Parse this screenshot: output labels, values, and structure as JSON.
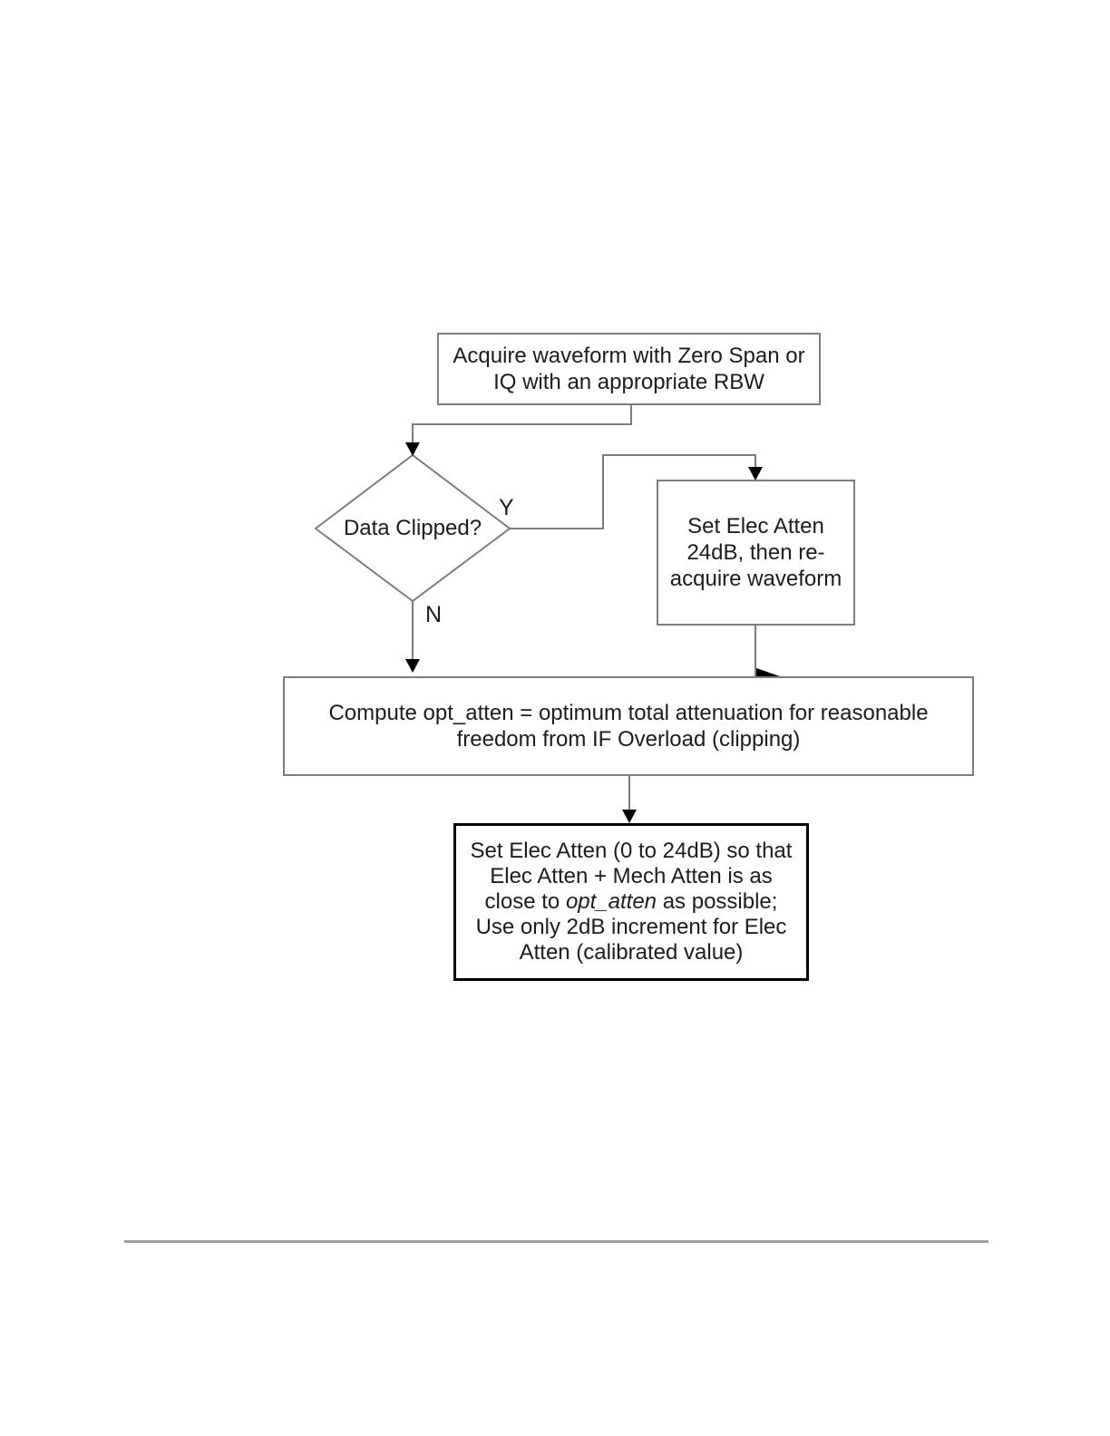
{
  "page": {
    "background": "#ffffff"
  },
  "flowchart": {
    "nodes": {
      "acquire": {
        "l1": "Acquire waveform with Zero Span or",
        "l2": "IQ with an appropriate RBW"
      },
      "decision": {
        "label": "Data Clipped?"
      },
      "yes_label": "Y",
      "no_label": "N",
      "set_elec_24": {
        "l1": "Set Elec Atten",
        "l2": "24dB, then re-",
        "l3": "acquire waveform"
      },
      "compute_opt_atten": {
        "l1": "Compute opt_atten = optimum total attenuation for reasonable",
        "l2": "freedom from IF Overload (clipping)"
      },
      "set_elec_final": {
        "l1": "Set Elec Atten (0 to 24dB) so that",
        "l2": "Elec Atten + Mech Atten is as",
        "l3_pre": "close to ",
        "l3_em": "opt_atten",
        "l3_post": " as possible;",
        "l4": "Use only 2dB increment for Elec",
        "l5": "Atten (calibrated value)"
      }
    },
    "colors": {
      "connector": "#7d7d7d",
      "box_border": "#7d7d7d",
      "emphasis_box_border": "#000000",
      "arrowhead": "#000000",
      "text": "#1c1c1c",
      "footer_rule": "#9e9e9e",
      "background": "#ffffff"
    }
  }
}
